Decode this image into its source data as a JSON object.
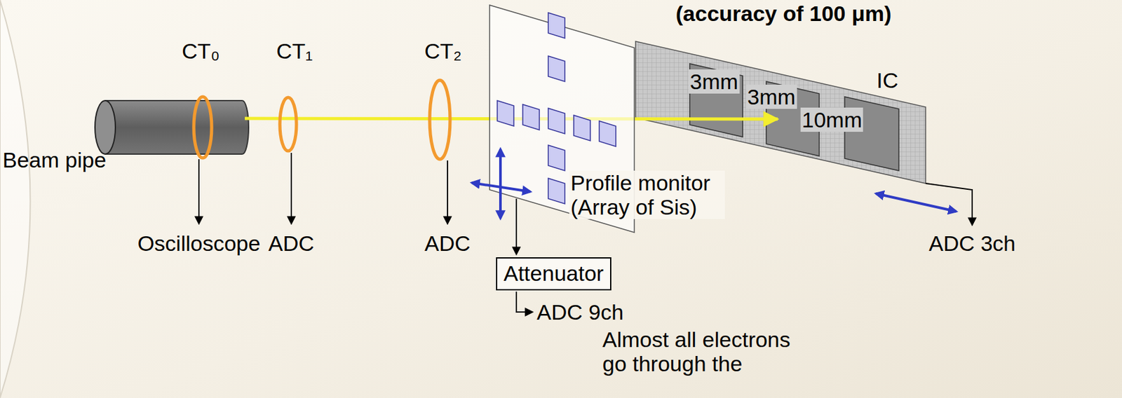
{
  "diagram": {
    "nodes": [
      {
        "text": [
          "Attenuator"
        ]
      }
    ],
    "labels": [
      "(accuracy of 100 μm)",
      "CT₀",
      "CT₁",
      "CT₂",
      "3mm",
      "3mm",
      "IC",
      "10mm",
      "Beam pipe",
      "Profile monitor (Array of Sis)",
      "Oscilloscope",
      "ADC",
      "ADC",
      "ADC 3ch",
      "ADC 9ch",
      "Almost all electrons go through the"
    ]
  }
}
